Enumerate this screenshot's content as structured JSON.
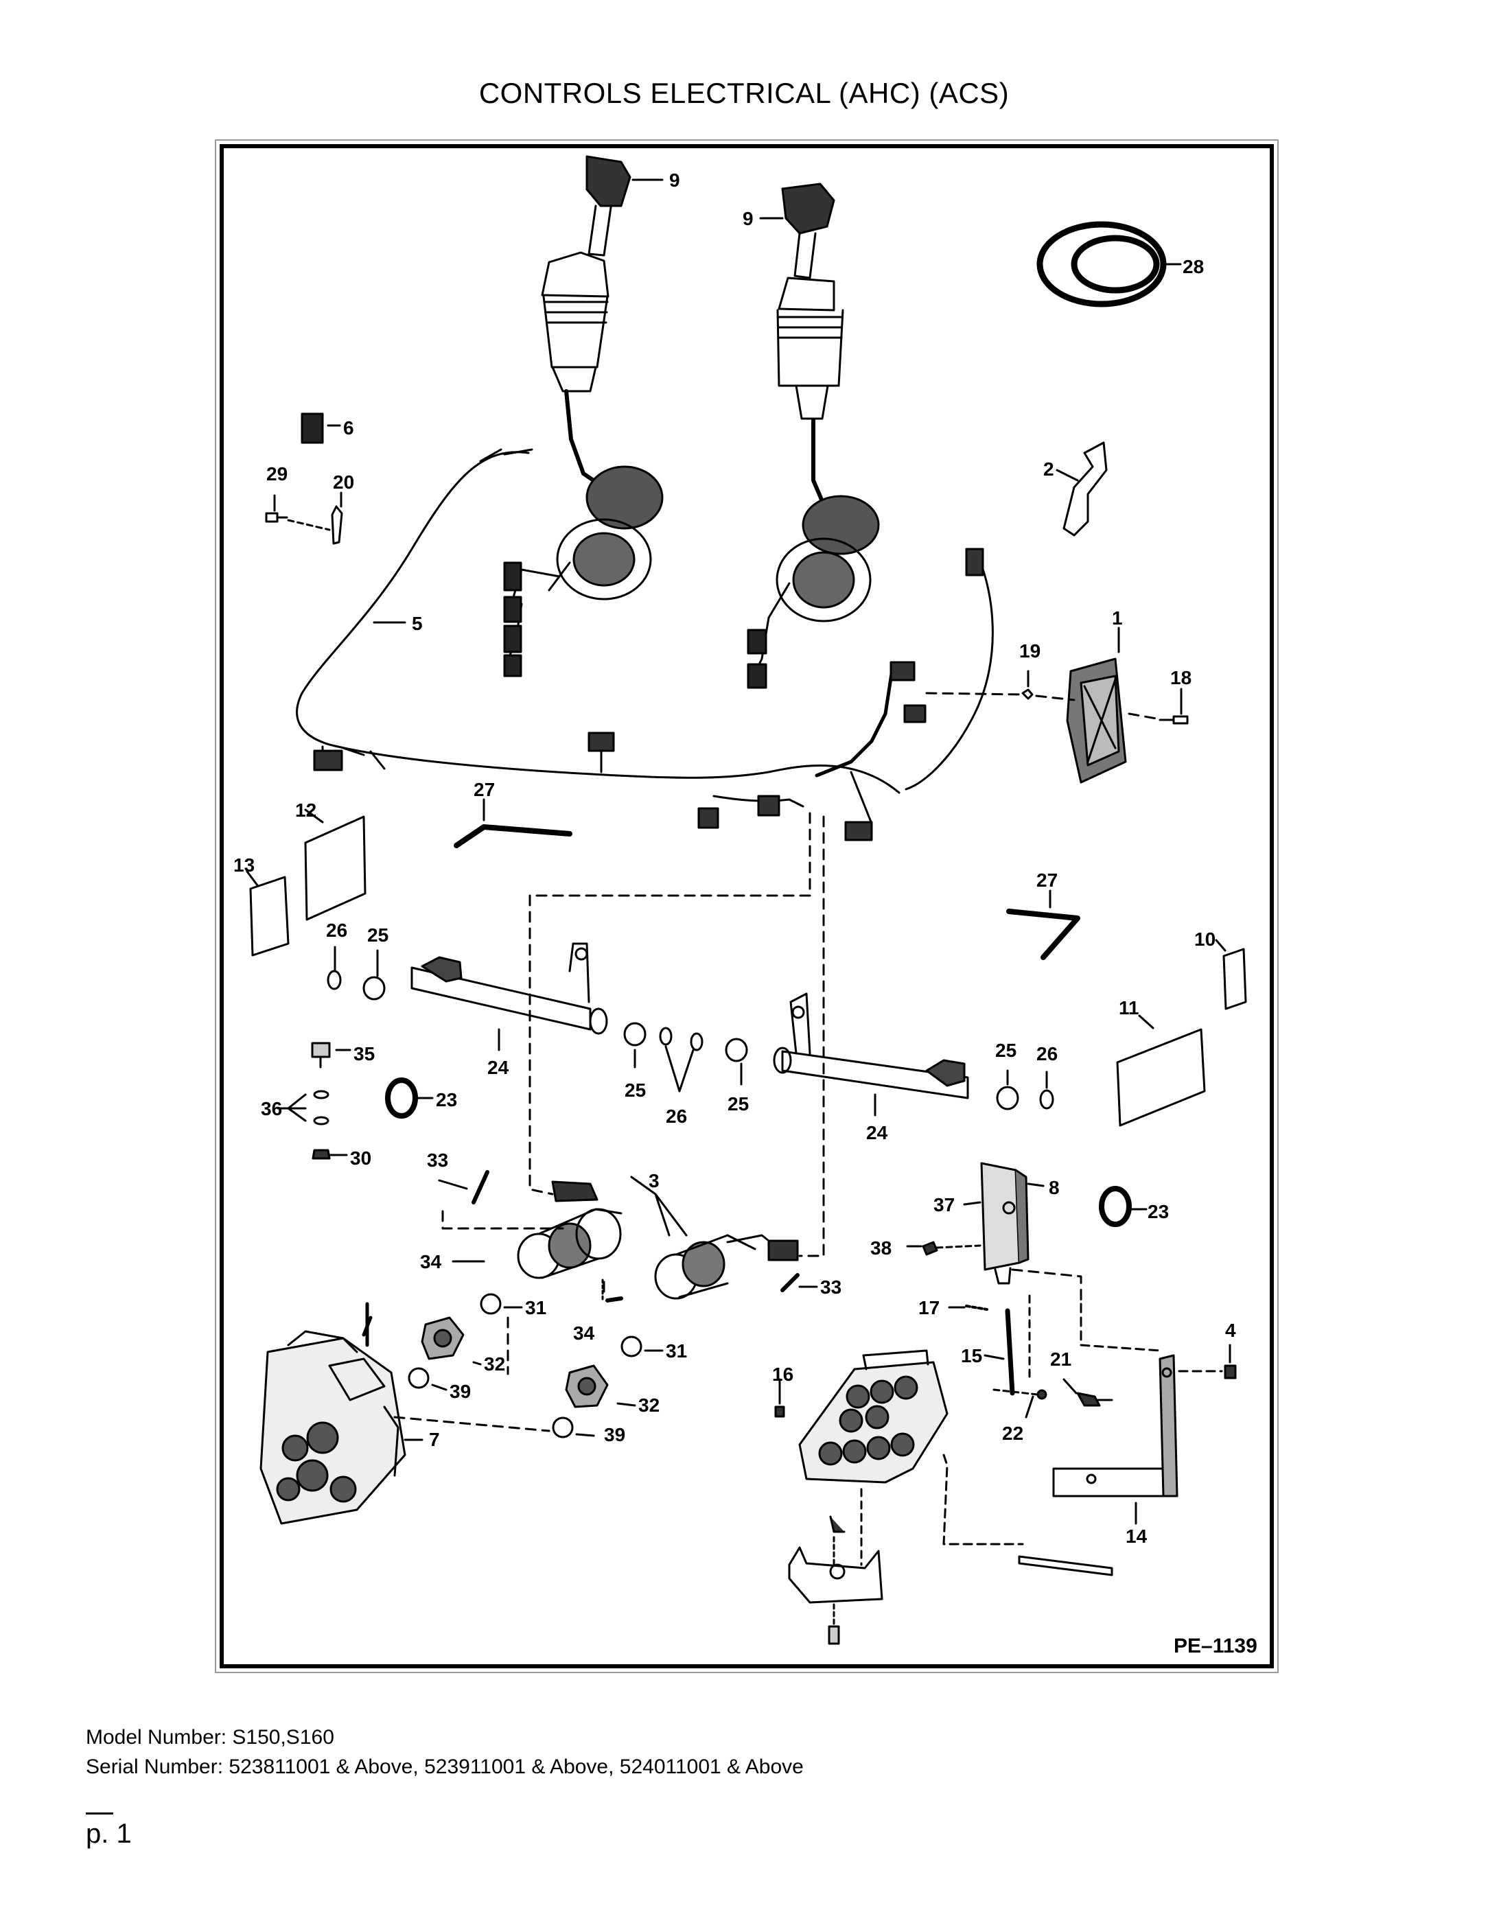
{
  "title": "CONTROLS ELECTRICAL (AHC) (ACS)",
  "figure_id": "PE–1139",
  "callouts": [
    "1",
    "2",
    "3",
    "4",
    "5",
    "6",
    "7",
    "8",
    "9",
    "9",
    "10",
    "11",
    "12",
    "13",
    "14",
    "15",
    "16",
    "17",
    "18",
    "19",
    "20",
    "21",
    "22",
    "23",
    "23",
    "23",
    "24",
    "24",
    "25",
    "25",
    "25",
    "25",
    "26",
    "26",
    "26",
    "27",
    "27",
    "28",
    "29",
    "30",
    "31",
    "31",
    "32",
    "32",
    "33",
    "33",
    "34",
    "34",
    "35",
    "36",
    "37",
    "38",
    "39",
    "39"
  ],
  "footer": {
    "model": "Model Number: S150,S160",
    "serial": "Serial Number: 523811001 & Above, 523911001 & Above, 524011001 & Above"
  },
  "page": "p. 1",
  "colors": {
    "ink": "#000000",
    "paper": "#ffffff",
    "frame_grey": "#999999"
  }
}
